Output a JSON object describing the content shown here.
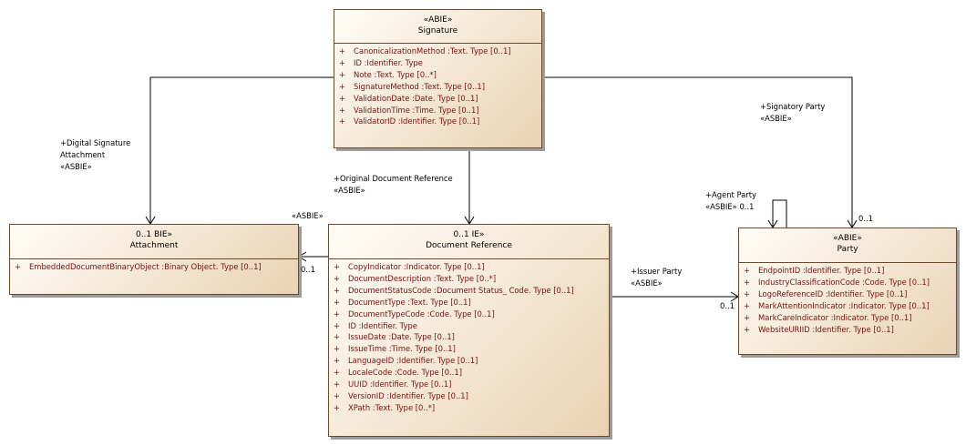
{
  "classes": {
    "signature": {
      "stereotype": "«ABIE»",
      "name": "Signature",
      "attributes": [
        {
          "vis": "+",
          "text": "CanonicalizationMethod  :Text. Type [0..1]"
        },
        {
          "vis": "+",
          "text": "ID  :Identifier. Type"
        },
        {
          "vis": "+",
          "text": "Note  :Text. Type [0..*]"
        },
        {
          "vis": "+",
          "text": "SignatureMethod  :Text. Type [0..1]"
        },
        {
          "vis": "+",
          "text": "ValidationDate  :Date. Type [0..1]"
        },
        {
          "vis": "+",
          "text": "ValidationTime  :Time. Type [0..1]"
        },
        {
          "vis": "+",
          "text": "ValidatorID  :Identifier. Type [0..1]"
        }
      ]
    },
    "attachment": {
      "stereotype": "0..1 BIE»",
      "name": "Attachment",
      "attributes": [
        {
          "vis": "+",
          "text": "EmbeddedDocumentBinaryObject  :Binary Object. Type [0..1]"
        }
      ]
    },
    "document_reference": {
      "stereotype": "0..1 IE»",
      "name": "Document Reference",
      "attributes": [
        {
          "vis": "+",
          "text": "CopyIndicator  :Indicator. Type [0..1]"
        },
        {
          "vis": "+",
          "text": "DocumentDescription  :Text. Type [0..*]"
        },
        {
          "vis": "+",
          "text": "DocumentStatusCode  :Document Status_ Code. Type [0..1]"
        },
        {
          "vis": "+",
          "text": "DocumentType  :Text. Type [0..1]"
        },
        {
          "vis": "+",
          "text": "DocumentTypeCode  :Code. Type [0..1]"
        },
        {
          "vis": "+",
          "text": "ID  :Identifier. Type"
        },
        {
          "vis": "+",
          "text": "IssueDate  :Date. Type [0..1]"
        },
        {
          "vis": "+",
          "text": "IssueTime  :Time. Type [0..1]"
        },
        {
          "vis": "+",
          "text": "LanguageID  :Identifier. Type [0..1]"
        },
        {
          "vis": "+",
          "text": "LocaleCode  :Code. Type [0..1]"
        },
        {
          "vis": "+",
          "text": "UUID  :Identifier. Type [0..1]"
        },
        {
          "vis": "+",
          "text": "VersionID  :Identifier. Type [0..1]"
        },
        {
          "vis": "+",
          "text": "XPath  :Text. Type [0..*]"
        }
      ]
    },
    "party": {
      "stereotype": "«ABIE»",
      "name": "Party",
      "attributes": [
        {
          "vis": "+",
          "text": "EndpointID  :Identifier. Type [0..1]"
        },
        {
          "vis": "+",
          "text": "IndustryClassificationCode  :Code. Type [0..1]"
        },
        {
          "vis": "+",
          "text": "LogoReferenceID  :Identifier. Type [0..1]"
        },
        {
          "vis": "+",
          "text": "MarkAttentionIndicator  :Indicator. Type [0..1]"
        },
        {
          "vis": "+",
          "text": "MarkCareIndicator  :Indicator. Type [0..1]"
        },
        {
          "vis": "+",
          "text": "WebsiteURIID  :Identifier. Type [0..1]"
        }
      ]
    }
  },
  "associations": {
    "digital_signature": {
      "role_line1": "+Digital Signature",
      "role_line2": "Attachment",
      "stereotype": "«ASBIE»",
      "multiplicity": "0..1"
    },
    "original_document": {
      "role": "+Original Document Reference",
      "stereotype": "«ASBIE»"
    },
    "signatory_party": {
      "role": "+Signatory Party",
      "stereotype": "«ASBIE»",
      "multiplicity": "0..1"
    },
    "agent_party": {
      "role": "+Agent Party",
      "stereotype_mult": "«ASBIE» 0..1"
    },
    "issuer_party": {
      "role": "+Issuer Party",
      "stereotype": "«ASBIE»",
      "multiplicity": "0..1"
    },
    "attachment_link": {
      "stereotype": "«ASBIE»",
      "multiplicity": "0..1"
    }
  },
  "colors": {
    "attribute_text": "#7a1010",
    "border": "#6b4a2b",
    "fill_light": "#fffdf8",
    "fill_dark": "#e9d2b4",
    "connector": "#000000"
  }
}
